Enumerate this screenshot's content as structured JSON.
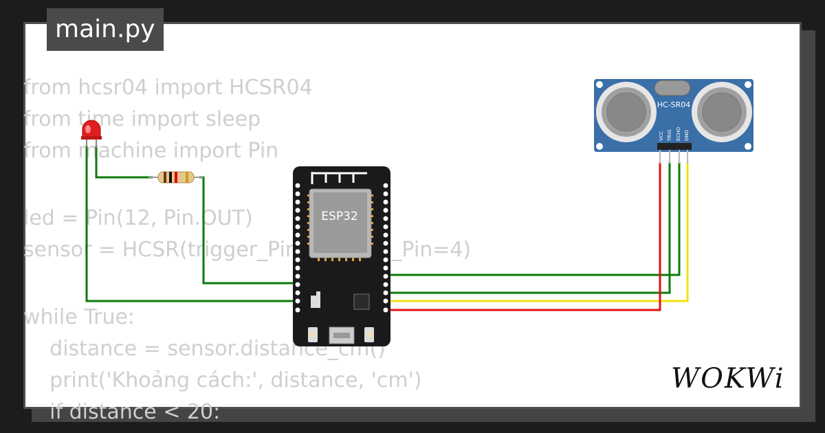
{
  "tab": {
    "title": "main.py"
  },
  "code_lines": [
    "from hcsr04 import HCSR04",
    "from time import sleep",
    "from machine import Pin",
    "",
    "led = Pin(12, Pin.OUT)",
    "sensor = HCSR(trigger_Pin=5, echo_Pin=4)",
    "",
    "while True:",
    "    distance = sensor.distance_cm()",
    "    print('Khoảng cách:', distance, 'cm')",
    "    if distance < 20:"
  ],
  "esp32": {
    "label": "ESP32"
  },
  "sensor": {
    "label": "HC-SR04",
    "pins": [
      "VCC",
      "TRIG",
      "ECHO",
      "GND"
    ]
  },
  "brand": {
    "logo": "WOKWi"
  },
  "colors": {
    "wire_green": "#0a7a0a",
    "wire_red": "#e01010",
    "wire_yellow": "#f0e010"
  }
}
